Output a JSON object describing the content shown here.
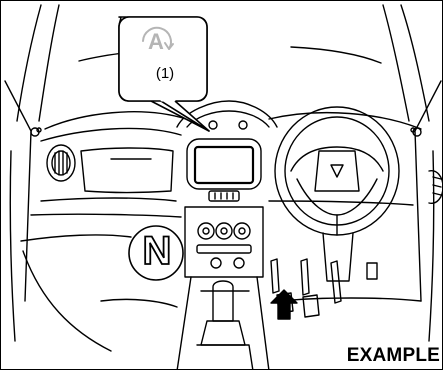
{
  "callout": {
    "symbol_letter": "A",
    "label": "(1)"
  },
  "gear_indicator": {
    "letter": "N"
  },
  "caption": "EXAMPLE",
  "colors": {
    "line": "#000000",
    "background": "#ffffff",
    "symbol_gray": "#b5b5b5"
  }
}
